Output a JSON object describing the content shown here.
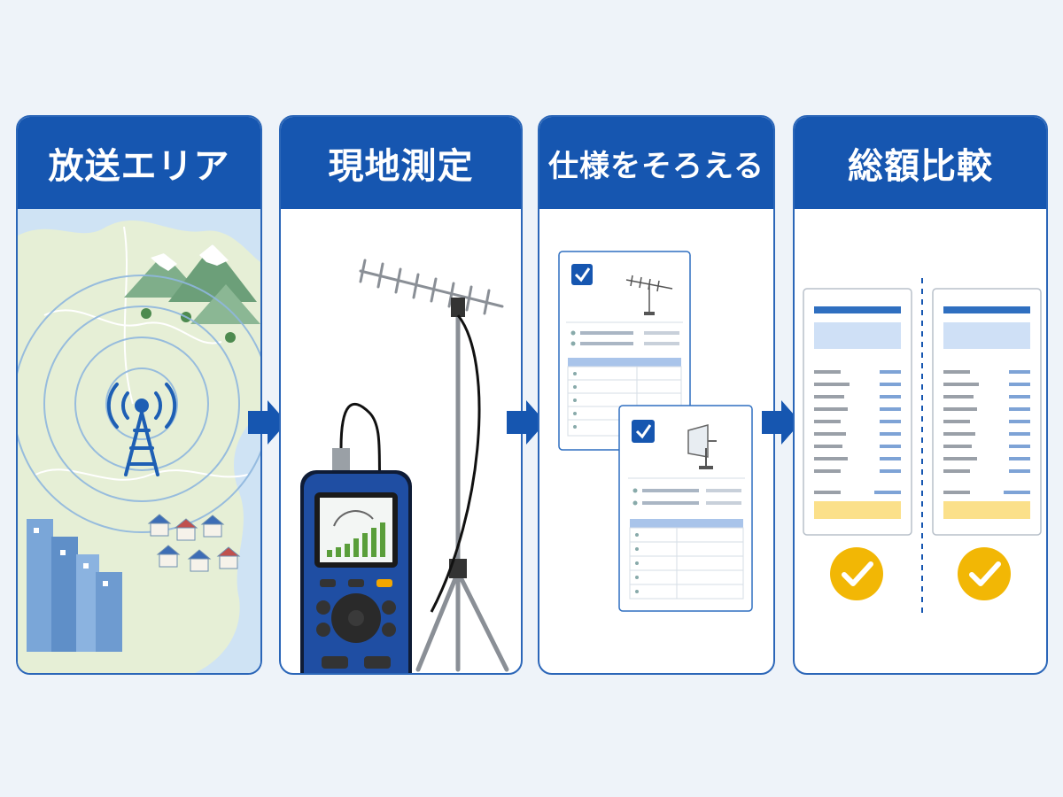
{
  "steps": [
    {
      "title": "放送エリア",
      "icon": "broadcast-map-icon"
    },
    {
      "title": "現地測定",
      "icon": "signal-meter-icon"
    },
    {
      "title": "仕様をそろえる",
      "icon": "spec-documents-icon"
    },
    {
      "title": "総額比較",
      "icon": "quote-comparison-icon"
    }
  ],
  "colors": {
    "header_blue": "#1656b0",
    "panel_border": "#2b66b8",
    "background": "#eef3f9",
    "check_yellow": "#f2b705",
    "highlight_yellow": "#fbe08a"
  }
}
